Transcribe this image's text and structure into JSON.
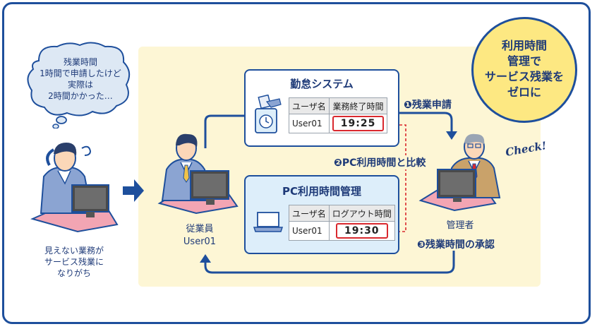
{
  "cloud": {
    "line1": "残業時間",
    "line2": "1時間で申請したけど",
    "line3": "実際は",
    "line4": "2時間かかった…"
  },
  "left_caption": {
    "line1": "見えない業務が",
    "line2": "サービス残業に",
    "line3": "なりがち"
  },
  "employee": {
    "role": "従業員",
    "id": "User01"
  },
  "manager": {
    "role": "管理者",
    "check_text": "Check!"
  },
  "attendance_system": {
    "title": "勤怠システム",
    "col_user": "ユーザ名",
    "col_time": "業務終了時間",
    "user": "User01",
    "time": "19:25"
  },
  "pc_management": {
    "title": "PC利用時間管理",
    "col_user": "ユーザ名",
    "col_time": "ログアウト時間",
    "user": "User01",
    "time": "19:30"
  },
  "steps": {
    "step1": "❶残業申請",
    "step2": "❷PC利用時間と比較",
    "step3": "❸残業時間の承認"
  },
  "badge": {
    "line1": "利用時間",
    "line2": "管理で",
    "line3": "サービス残業を",
    "line4": "ゼロに"
  },
  "colors": {
    "navy": "#1e4f9c",
    "cream": "#fdf6d5",
    "badge_yellow": "#fde882",
    "red": "#d9282e",
    "panel_blue": "#ddeefa"
  }
}
